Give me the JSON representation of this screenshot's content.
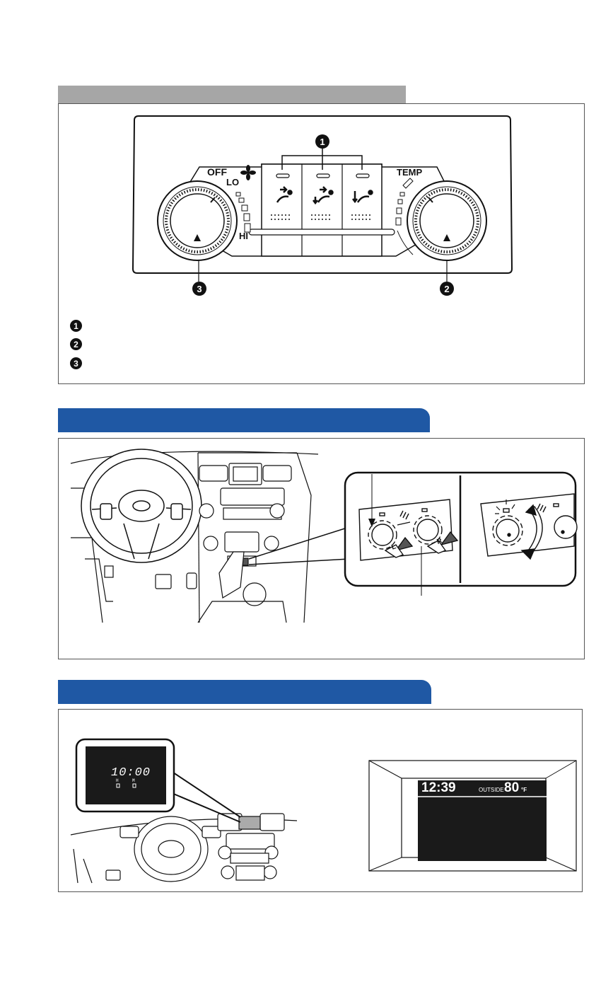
{
  "control_panel": {
    "fan_off": "OFF",
    "fan_lo": "LO",
    "fan_hi": "HI",
    "temp": "TEMP",
    "callout_1": "1",
    "callout_2": "2",
    "callout_3": "3"
  },
  "legend": [
    {
      "num": "1"
    },
    {
      "num": "2"
    },
    {
      "num": "3"
    }
  ],
  "seat_heater": {
    "left_mark": "L",
    "right_mark": "R"
  },
  "clock": {
    "time": "10:00",
    "hour_label": "H",
    "minute_label": "M"
  },
  "display": {
    "time": "12:39",
    "outside_label": "OUTSIDE",
    "temp": "80",
    "unit": "°F"
  }
}
